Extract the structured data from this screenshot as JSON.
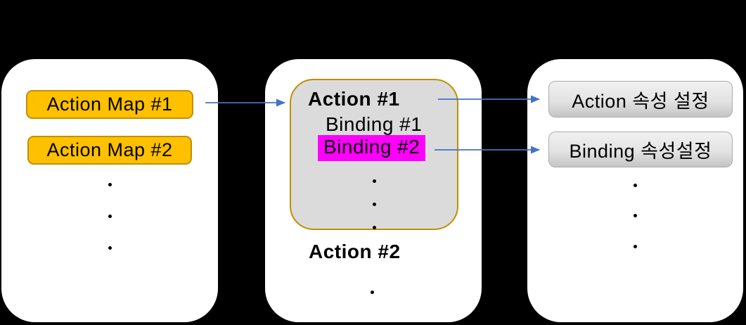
{
  "slide": {
    "background": "#000000"
  },
  "colors": {
    "panel_bg": "#FFFFFF",
    "gold_fill": "#FFC000",
    "gold_border": "#BF9000",
    "gray_box_fill": "#DBDBDB",
    "highlight_magenta": "#FF00FF",
    "arrow_blue": "#4472C4",
    "button_gradient_top": "#F1F1F1",
    "button_gradient_bottom": "#C5C5C5",
    "text": "#000000"
  },
  "left_panel": {
    "name": "action-maps-panel",
    "items": [
      {
        "label": "Action Map #1"
      },
      {
        "label": "Action Map #2"
      }
    ],
    "ellipsis_dots": 3
  },
  "middle_panel": {
    "name": "actions-panel",
    "action1": {
      "title": "Action #1",
      "bindings": [
        {
          "label": "Binding #1",
          "highlighted": false
        },
        {
          "label": "Binding #2",
          "highlighted": true
        }
      ],
      "ellipsis_dots": 3
    },
    "action2": {
      "title": "Action #2"
    },
    "ellipsis_dots": 1
  },
  "right_panel": {
    "name": "settings-panel",
    "buttons": [
      {
        "label": "Action 속성 설정"
      },
      {
        "label": "Binding 속성설정"
      }
    ],
    "ellipsis_dots": 3
  },
  "connections": [
    {
      "from": "Action Map #1",
      "to": "Action #1 box",
      "color": "#4472C4"
    },
    {
      "from": "Action #1",
      "to": "Action 속성 설정",
      "color": "#4472C4"
    },
    {
      "from": "Binding #2",
      "to": "Binding 속성설정",
      "color": "#4472C4"
    }
  ]
}
